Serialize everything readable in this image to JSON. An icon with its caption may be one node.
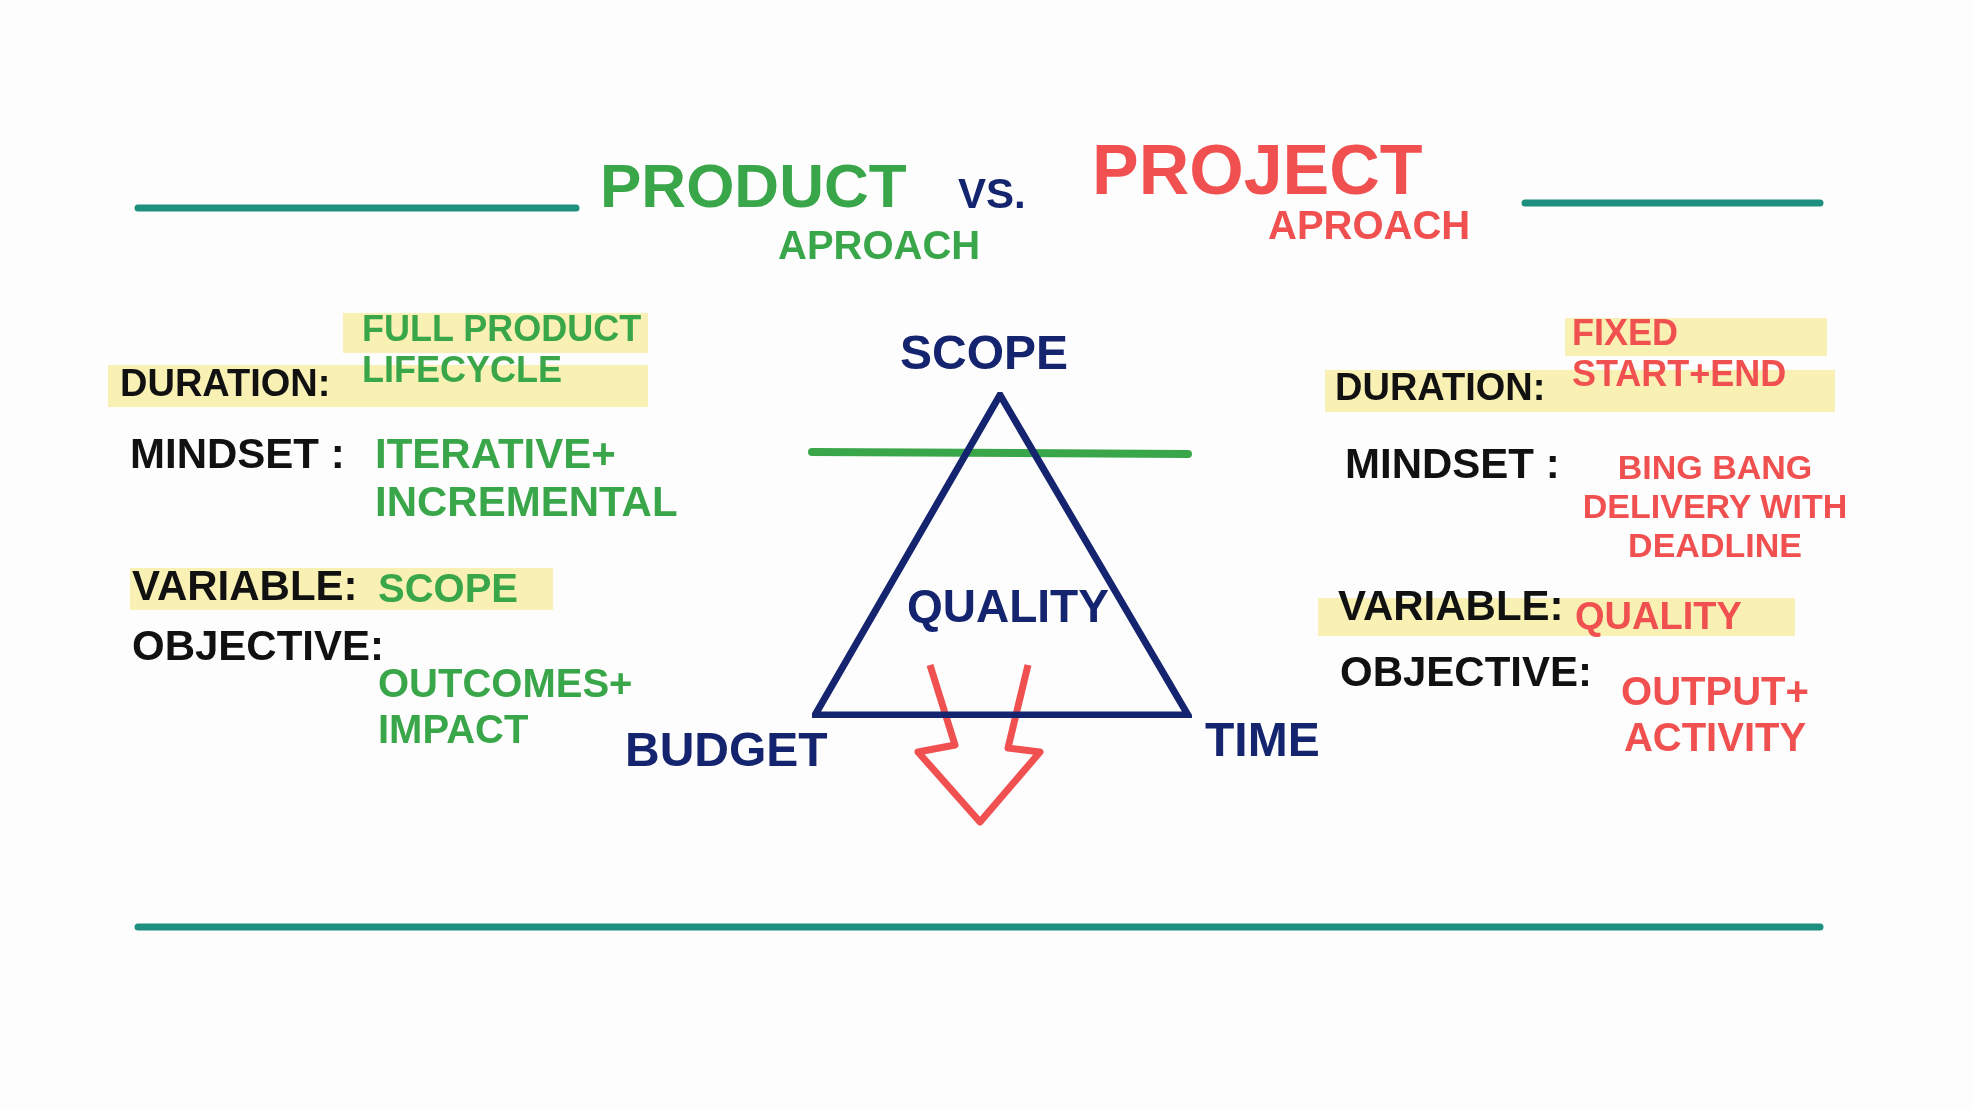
{
  "diagram": {
    "nodes": [
      {
        "text": [
          "QUALITY"
        ]
      }
    ],
    "labels": [
      "PRODUCT",
      "APROACH",
      "VS.",
      "PROJECT",
      "APROACH",
      "DURATION:",
      "FULL PRODUCT LIFECYCLE",
      "MINDSET :",
      "ITERATIVE+ INCREMENTAL",
      "VARIABLE:",
      "SCOPE",
      "OBJECTIVE:",
      "OUTCOMES+ IMPACT",
      "SCOPE",
      "BUDGET",
      "TIME",
      "DURATION:",
      "FIXED START+END",
      "MINDSET :",
      "BING BANG DELIVERY WITH DEADLINE",
      "VARIABLE:",
      "QUALITY",
      "OBJECTIVE:",
      "OUTPUT+ ACTIVITY"
    ]
  }
}
